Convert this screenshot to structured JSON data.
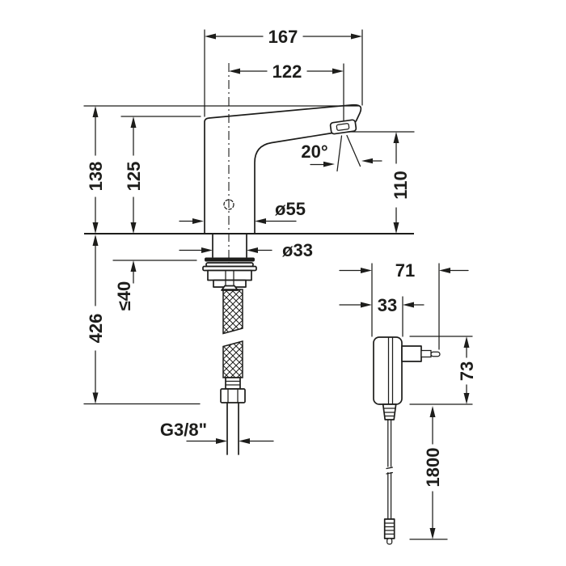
{
  "drawing": {
    "type": "technical-dimension-drawing",
    "subject": "deck-mounted sensor faucet with power adapter",
    "colors": {
      "line": "#1d1d1b",
      "background": "#ffffff"
    },
    "labels": {
      "projection": "167",
      "spout_reach": "122",
      "total_height": "138",
      "body_height": "125",
      "spray_angle": "20°",
      "base_diameter": "ø55",
      "shaft_diameter": "ø33",
      "max_mounting_thickness": "≤40",
      "below_deck_length": "426",
      "outlet_height": "110",
      "supply_thread": "G3/8\"",
      "adapter_depth": "71",
      "adapter_body_depth": "33",
      "adapter_height": "73",
      "cable_length": "1800"
    }
  }
}
